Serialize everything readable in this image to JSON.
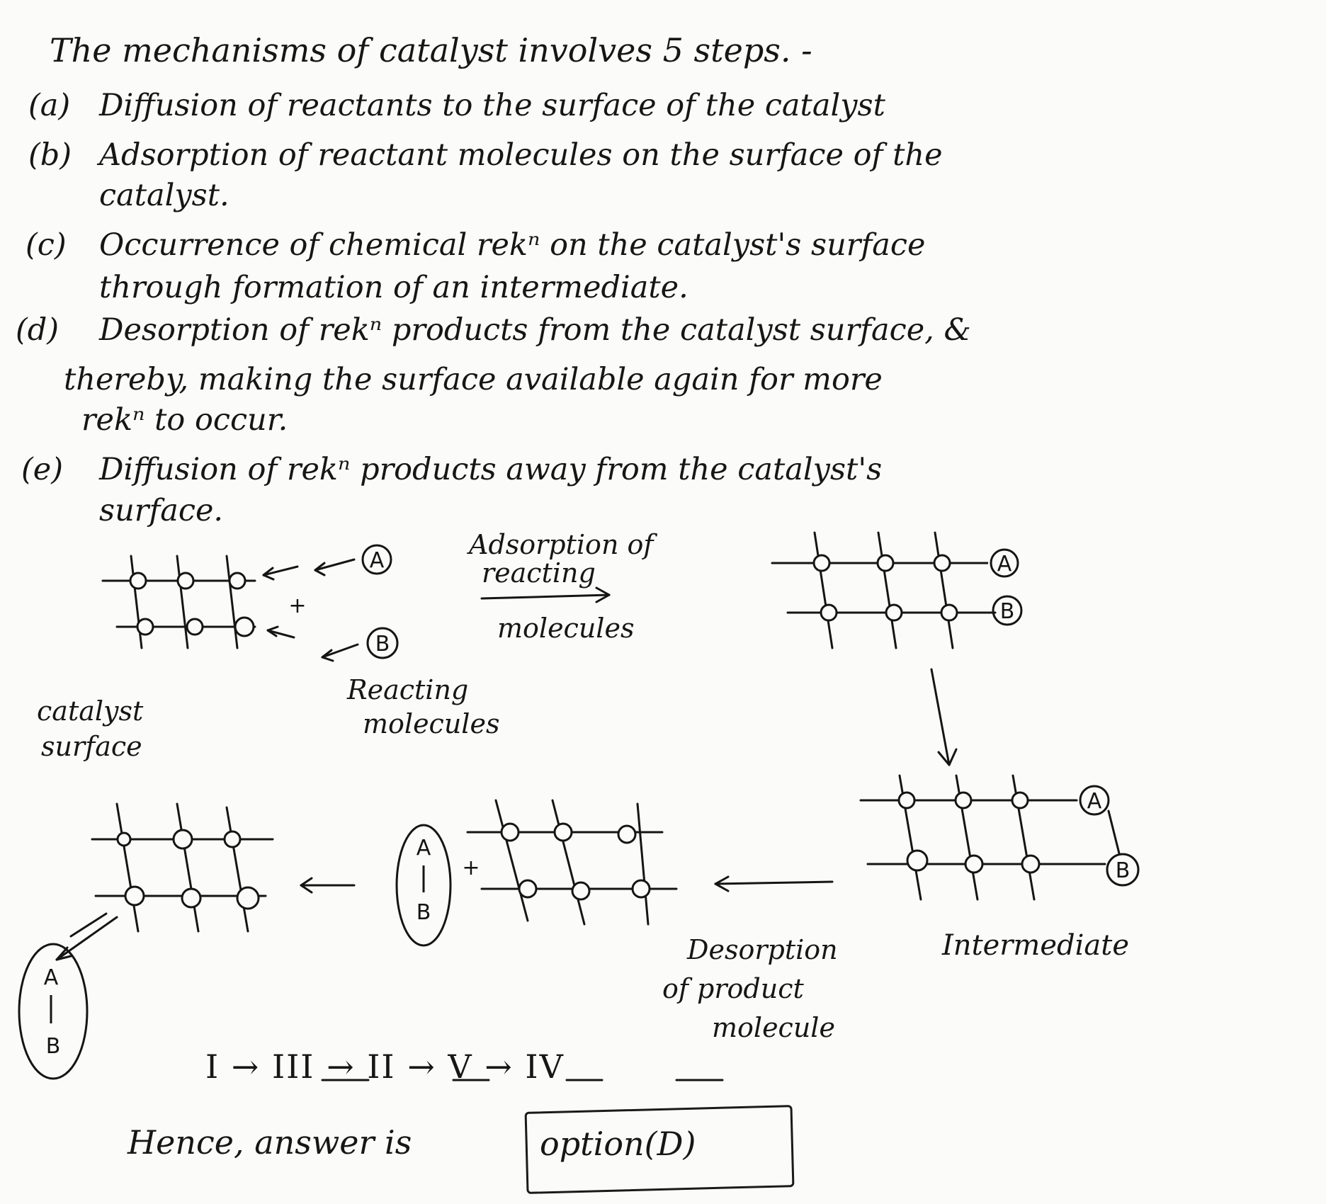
{
  "intro": "The mechanisms of catalyst involves 5 steps. -",
  "steps": [
    {
      "tag": "(a)",
      "lines": [
        "Diffusion of reactants to the surface of the catalyst"
      ]
    },
    {
      "tag": "(b)",
      "lines": [
        "Adsorption of reactant molecules on the surface of the",
        "catalyst."
      ]
    },
    {
      "tag": "(c)",
      "lines": [
        "Occurrence of chemical rekⁿ on the catalyst's surface",
        "through formation of an intermediate."
      ]
    },
    {
      "tag": "(d)",
      "lines": [
        "Desorption of rekⁿ products from the catalyst surface, &",
        "thereby, making the surface available again for more",
        "rekⁿ to occur."
      ]
    },
    {
      "tag": "(e)",
      "lines": [
        "Diffusion of rekⁿ products away from the catalyst's",
        "surface."
      ]
    }
  ],
  "diagram": {
    "adsorption_label": [
      "Adsorption of",
      "reacting",
      "molecules"
    ],
    "catalyst_surface_label": [
      "catalyst",
      "surface"
    ],
    "reacting_molecules_label": [
      "Reacting",
      "molecules"
    ],
    "intermediate_label": "Intermediate",
    "desorption_label": [
      "Desorption",
      "of product",
      "molecule"
    ],
    "plus": "+",
    "molecule_A": "A",
    "molecule_B": "B"
  },
  "sequence": "I → III → II → V → IV",
  "answer_prefix": "Hence, answer is",
  "answer_boxed": "option(D)"
}
